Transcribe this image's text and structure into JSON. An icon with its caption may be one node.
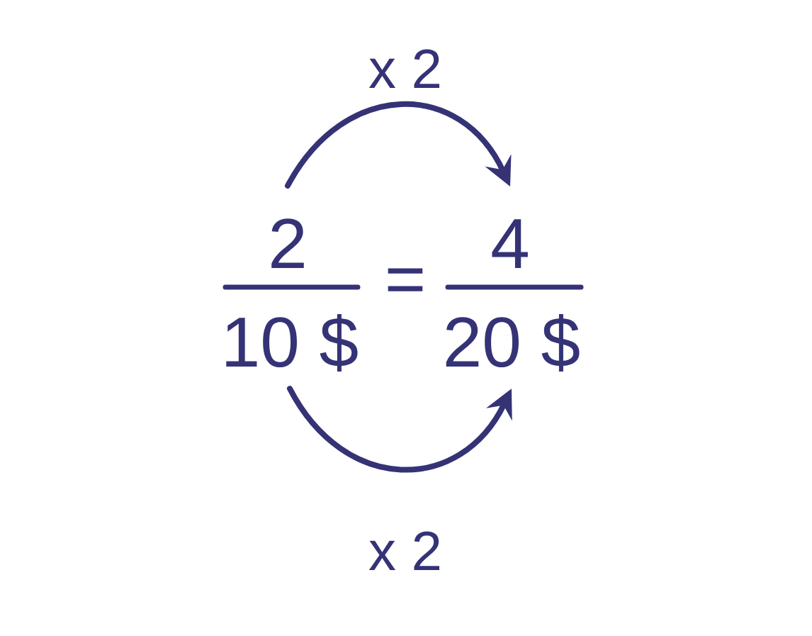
{
  "diagram": {
    "nodes": [
      {
        "text": [
          "2"
        ]
      },
      {
        "text": [
          "10 $"
        ]
      },
      {
        "text": [
          "4"
        ]
      },
      {
        "text": [
          "20 $"
        ]
      }
    ],
    "edges": [
      {
        "from": 0,
        "to": 2,
        "arrow": "to",
        "label": "x 2"
      },
      {
        "from": 1,
        "to": 3,
        "arrow": "to",
        "label": "x 2"
      }
    ],
    "labels": [
      "="
    ]
  }
}
